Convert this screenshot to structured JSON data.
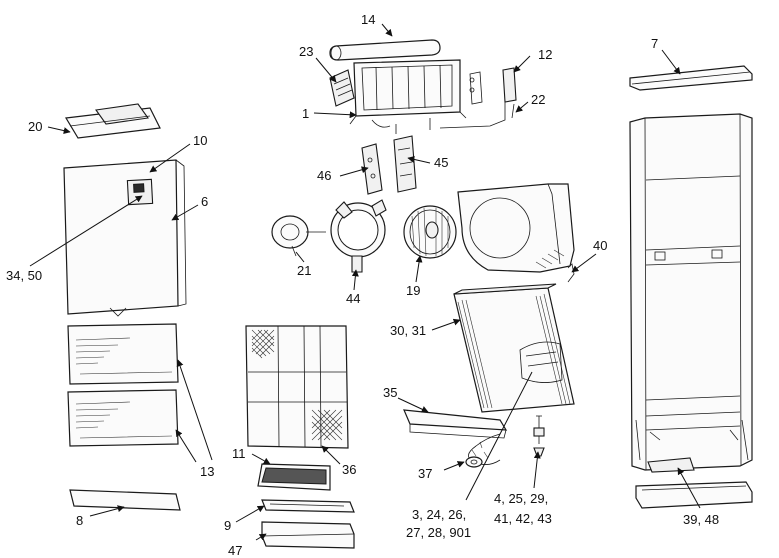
{
  "diagram": {
    "labels": [
      {
        "id": "l14",
        "text": "14"
      },
      {
        "id": "l23",
        "text": "23"
      },
      {
        "id": "l12",
        "text": "12"
      },
      {
        "id": "l1",
        "text": "1"
      },
      {
        "id": "l22",
        "text": "22"
      },
      {
        "id": "l7",
        "text": "7"
      },
      {
        "id": "l20",
        "text": "20"
      },
      {
        "id": "l10",
        "text": "10"
      },
      {
        "id": "l6",
        "text": "6"
      },
      {
        "id": "l3450",
        "text": "34, 50"
      },
      {
        "id": "l46",
        "text": "46"
      },
      {
        "id": "l45",
        "text": "45"
      },
      {
        "id": "l21",
        "text": "21"
      },
      {
        "id": "l44",
        "text": "44"
      },
      {
        "id": "l19",
        "text": "19"
      },
      {
        "id": "l40",
        "text": "40"
      },
      {
        "id": "l3031",
        "text": "30, 31"
      },
      {
        "id": "l35",
        "text": "35"
      },
      {
        "id": "l13",
        "text": "13"
      },
      {
        "id": "l11",
        "text": "11"
      },
      {
        "id": "l36",
        "text": "36"
      },
      {
        "id": "l37",
        "text": "37"
      },
      {
        "id": "l8",
        "text": "8"
      },
      {
        "id": "l9",
        "text": "9"
      },
      {
        "id": "l47",
        "text": "47"
      },
      {
        "id": "l3a",
        "text": "3, 24, 26,"
      },
      {
        "id": "l3b",
        "text": "27, 28, 901"
      },
      {
        "id": "l4a",
        "text": "4, 25, 29,"
      },
      {
        "id": "l4b",
        "text": "41, 42, 43"
      },
      {
        "id": "l3948",
        "text": "39, 48"
      }
    ]
  }
}
